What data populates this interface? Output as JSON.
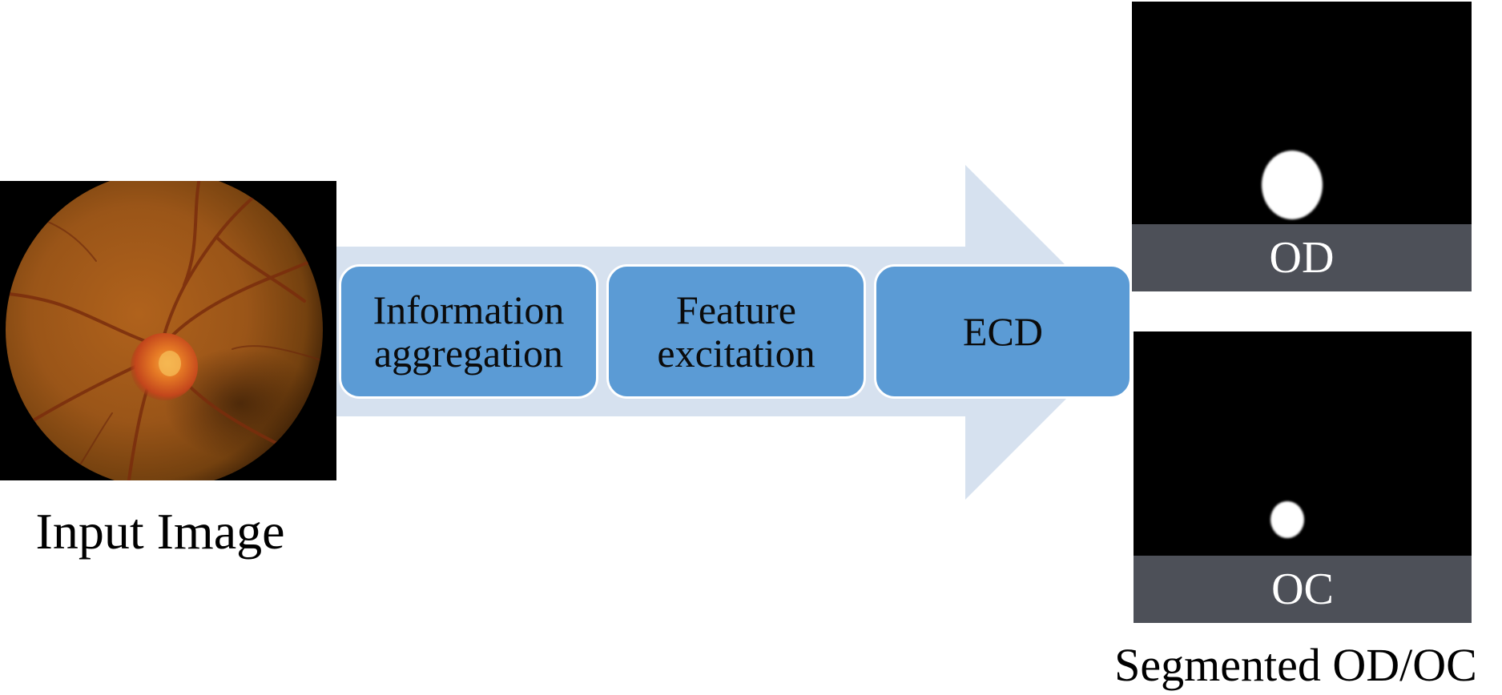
{
  "input": {
    "label": "Input Image"
  },
  "pipeline": {
    "steps": [
      {
        "label": "Information\naggregation"
      },
      {
        "label": "Feature\nexcitation"
      },
      {
        "label": "ECD"
      }
    ]
  },
  "outputs": {
    "label": "Segmented OD/OC",
    "panels": [
      {
        "caption": "OD"
      },
      {
        "caption": "OC"
      }
    ]
  },
  "colors": {
    "arrow_fill": "#d6e1ef",
    "box_fill": "#5b9bd5",
    "caption_bar": "#4d5058"
  }
}
